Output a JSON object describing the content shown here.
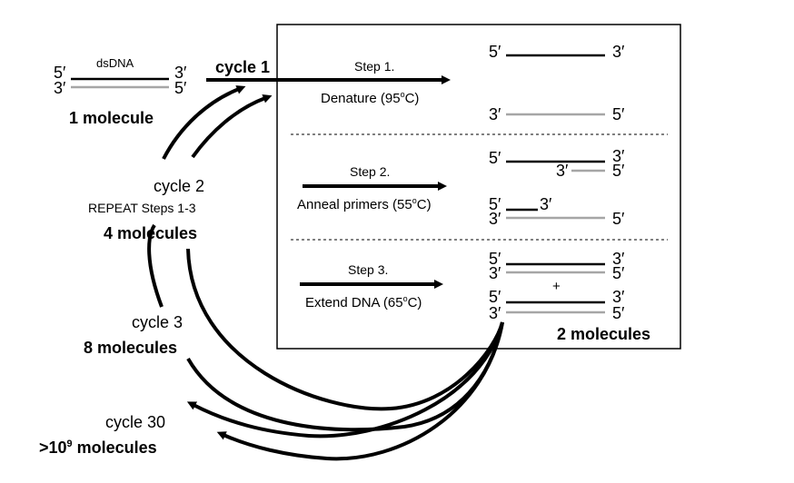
{
  "start": {
    "label": "dsDNA",
    "top_left": "5′",
    "top_right": "3′",
    "bottom_left": "3′",
    "bottom_right": "5′",
    "count": "1 molecule"
  },
  "cycles": {
    "c1": "cycle 1",
    "c2": "cycle 2",
    "c2_note": "REPEAT Steps 1-3",
    "c2_count": "4 molecules",
    "c3": "cycle 3",
    "c3_count": "8 molecules",
    "c30": "cycle 30",
    "c30_count_prefix": ">10",
    "c30_count_exp": "9",
    "c30_count_suffix": " molecules"
  },
  "steps": [
    {
      "title": "Step 1.",
      "desc_prefix": "Denature (95",
      "desc_sup": "o",
      "desc_suffix": "C)"
    },
    {
      "title": "Step 2.",
      "desc_prefix": "Anneal primers (55",
      "desc_sup": "o",
      "desc_suffix": "C)"
    },
    {
      "title": "Step 3.",
      "desc_prefix": "Extend DNA (65",
      "desc_sup": "o",
      "desc_suffix": "C)"
    }
  ],
  "ends": {
    "five": "5′",
    "three": "3′"
  },
  "plus": "+",
  "result": "2 molecules",
  "colors": {
    "template": "#000000",
    "new_strand": "#a6a6a6"
  }
}
